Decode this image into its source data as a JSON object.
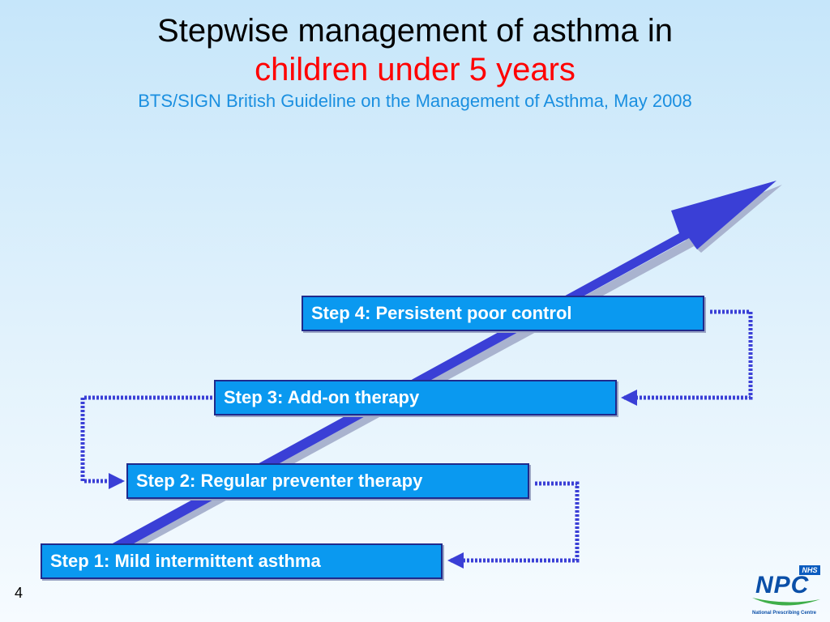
{
  "title": {
    "line1": "Stepwise management of asthma in",
    "line2": "children under 5 years",
    "subtitle": "BTS/SIGN British Guideline on the Management of Asthma, May 2008"
  },
  "steps": [
    {
      "label": "Step 1:  Mild intermittent asthma"
    },
    {
      "label": "Step 2:  Regular preventer therapy"
    },
    {
      "label": "Step 3:  Add-on therapy"
    },
    {
      "label": "Step 4:  Persistent poor control"
    }
  ],
  "colors": {
    "box_fill": "#0a99f0",
    "box_border": "#1f2a8c",
    "arrow": "#3a3fd6",
    "title_red": "#ff0000",
    "subtitle_blue": "#1a8fe0"
  },
  "footer": {
    "page_number": "4",
    "logo": {
      "badge": "NHS",
      "text": "NPC",
      "caption": "National Prescribing Centre"
    }
  }
}
